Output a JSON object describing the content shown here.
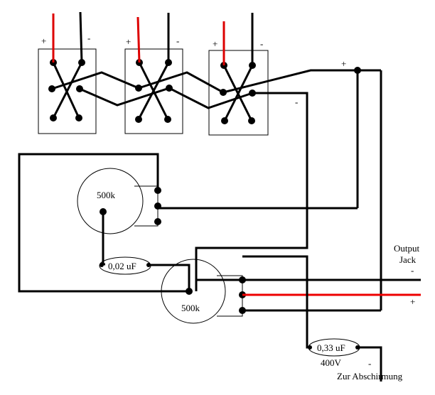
{
  "colors": {
    "wire": "#000000",
    "hot_wire": "#e00000",
    "box_outline": "#000000",
    "background": "#ffffff"
  },
  "pickups": [
    {
      "plus": "+",
      "minus": "-"
    },
    {
      "plus": "+",
      "minus": "-"
    },
    {
      "plus": "+",
      "minus": "-"
    }
  ],
  "bus": {
    "plus": "+",
    "minus": "-"
  },
  "pot_volume": {
    "value": "500k"
  },
  "pot_tone": {
    "value": "500k"
  },
  "cap_tone": {
    "value": "0,02 uF"
  },
  "cap_ground": {
    "value": "0,33 uF",
    "voltage": "400V",
    "minus": "-"
  },
  "output": {
    "title_line1": "Output",
    "title_line2": "Jack",
    "minus": "-",
    "plus": "+"
  },
  "shield_note": "Zur Abschirmung"
}
